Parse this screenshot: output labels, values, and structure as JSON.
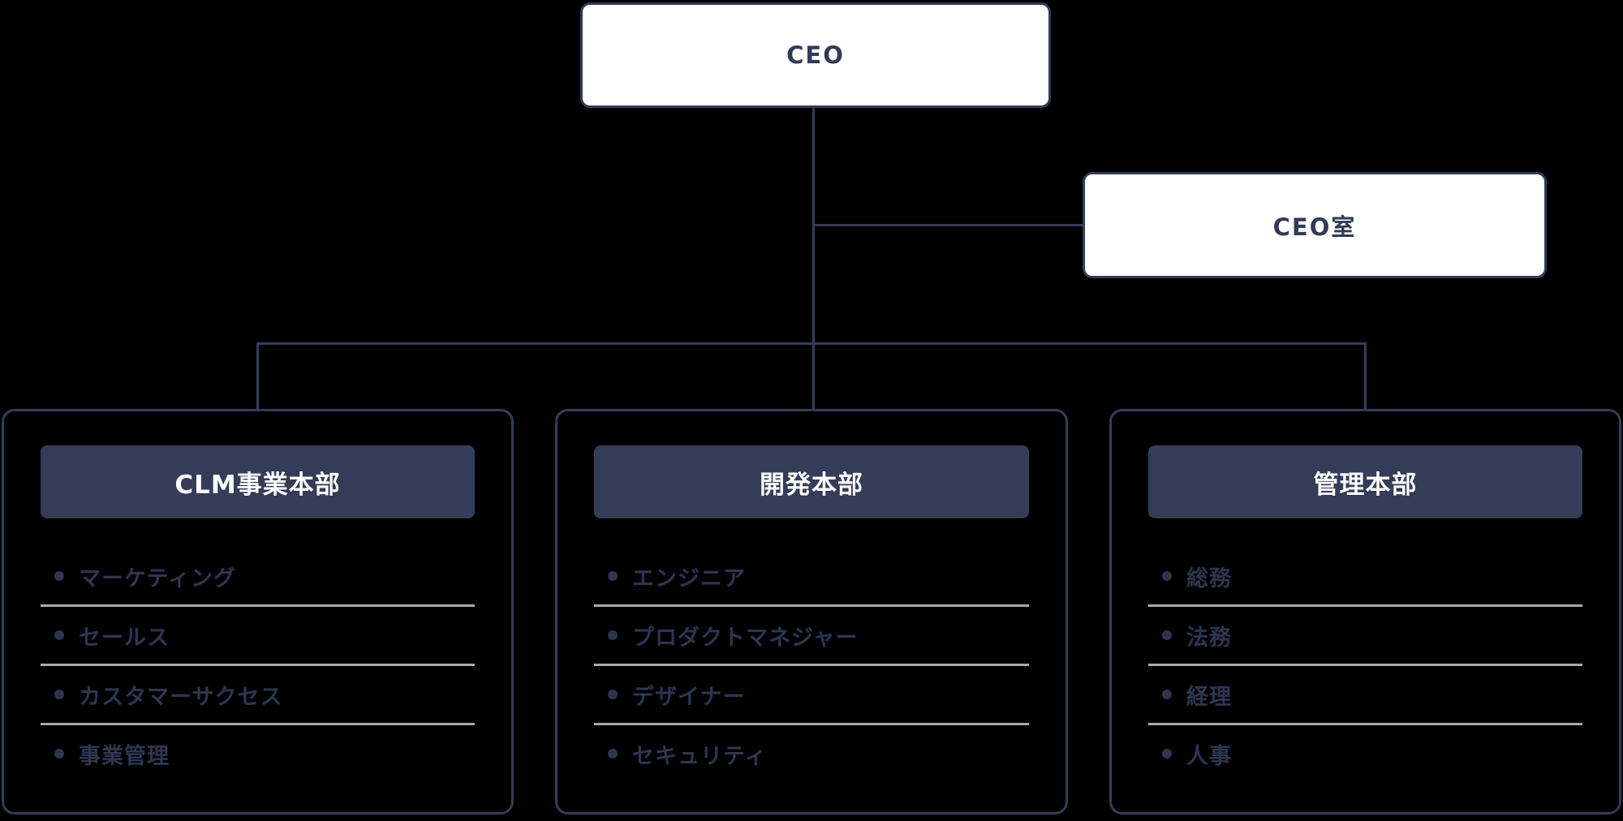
{
  "background": "#000000",
  "colors": {
    "line_navy": "#343c58",
    "node_fill": "#ffffff",
    "node_text": "#323a57",
    "header_fill": "#343c58",
    "header_text": "#ffffff",
    "item_text": "#2d3551",
    "divider_gray": "#a9a9ab"
  },
  "nodes": {
    "ceo": {
      "label": "CEO"
    },
    "ceo_office": {
      "label": "CEO室"
    }
  },
  "departments": [
    {
      "title": "CLM事業本部",
      "teams": [
        "マーケティング",
        "セールス",
        "カスタマーサクセス",
        "事業管理"
      ]
    },
    {
      "title": "開発本部",
      "teams": [
        "エンジニア",
        "プロダクトマネジャー",
        "デザイナー",
        "セキュリティ"
      ]
    },
    {
      "title": "管理本部",
      "teams": [
        "総務",
        "法務",
        "経理",
        "人事"
      ]
    }
  ]
}
